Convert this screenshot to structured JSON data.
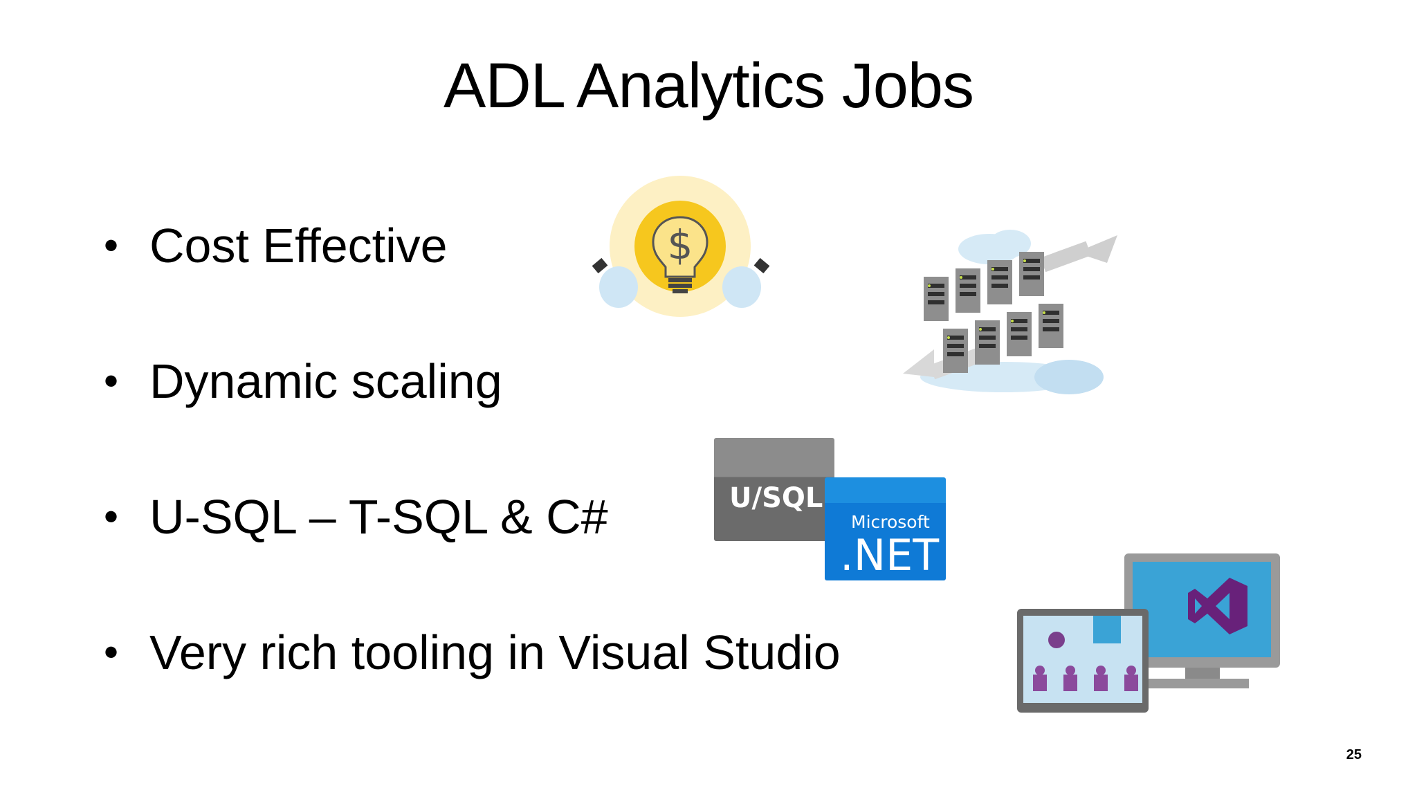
{
  "slide": {
    "title": "ADL Analytics Jobs",
    "bullets": [
      "Cost Effective",
      "Dynamic scaling",
      "U-SQL – T-SQL & C#",
      "Very rich tooling in Visual Studio"
    ],
    "bullet_glyph": "•",
    "page_number": "25"
  },
  "logos": {
    "usql": "U/SQL",
    "net_brand": "Microsoft",
    "net_text": ".NET"
  },
  "icons": [
    "lightbulb-dollar-icon",
    "server-cloud-scaling-icon",
    "usql-logo",
    "dotnet-logo",
    "visual-studio-devices-icon"
  ],
  "colors": {
    "bulb_glow": "#fde9a8",
    "bulb_core": "#f5c518",
    "cloud": "#c9e3f3",
    "server": "#8a8a8a",
    "usql_gray": "#6b6b6b",
    "net_blue": "#0f7ad6",
    "vs_purple": "#68217a",
    "monitor_screen": "#3aa3d6"
  }
}
